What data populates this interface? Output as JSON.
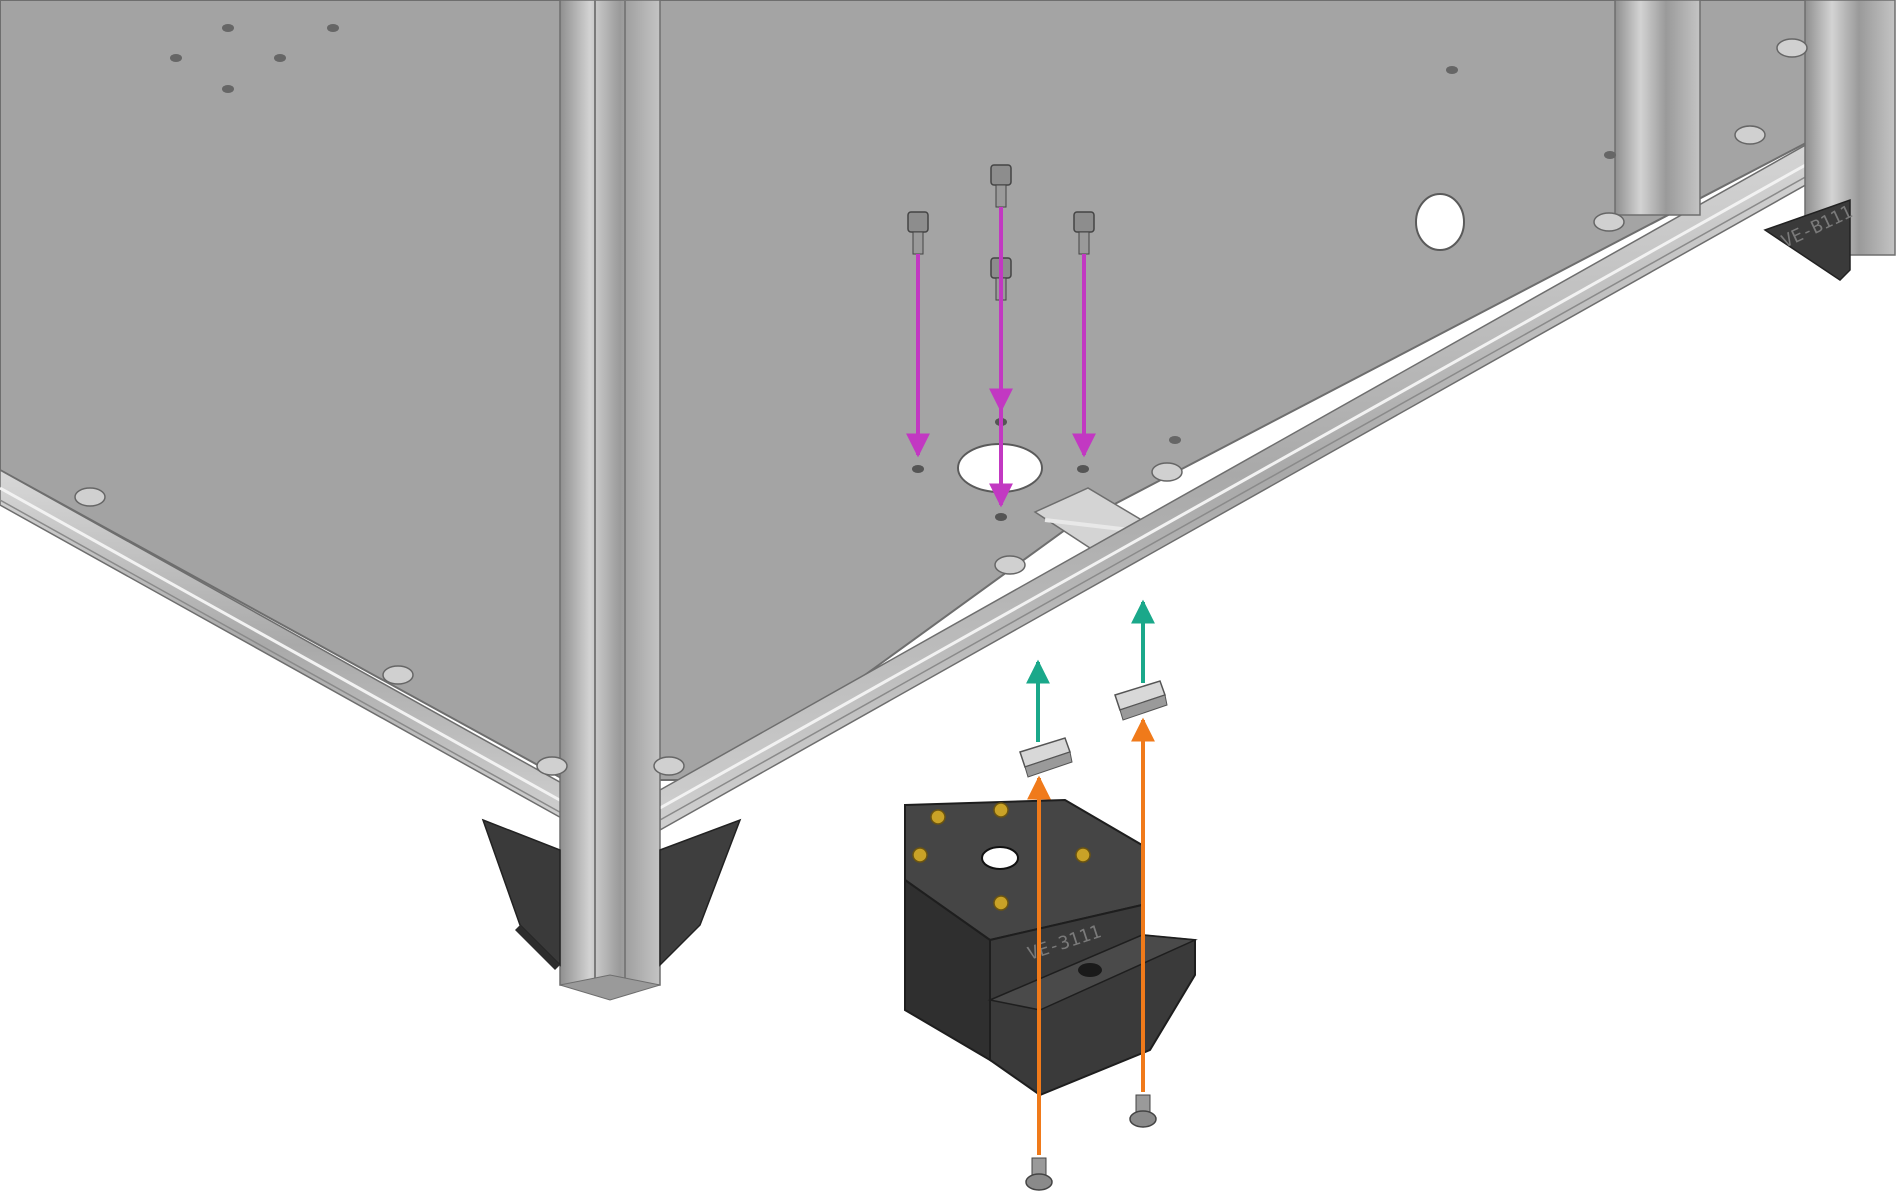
{
  "diagram": {
    "kind": "exploded assembly illustration",
    "colors": {
      "background": "#ffffff",
      "panel": "#a3a3a3",
      "panel_edge": "#6e6e6e",
      "extrusion": "#b9b9b9",
      "printed_part": "#3c3c3c",
      "insert": "#c9a227",
      "arrow_screws_top": "#c238c2",
      "arrow_tnuts": "#1aa88a",
      "arrow_screws_bottom": "#f07a1a"
    },
    "part_labels": {
      "corner_foot_left": "",
      "corner_foot_right": "",
      "mount_block": "VE-3111",
      "rear_corner": "VE-B111"
    }
  }
}
